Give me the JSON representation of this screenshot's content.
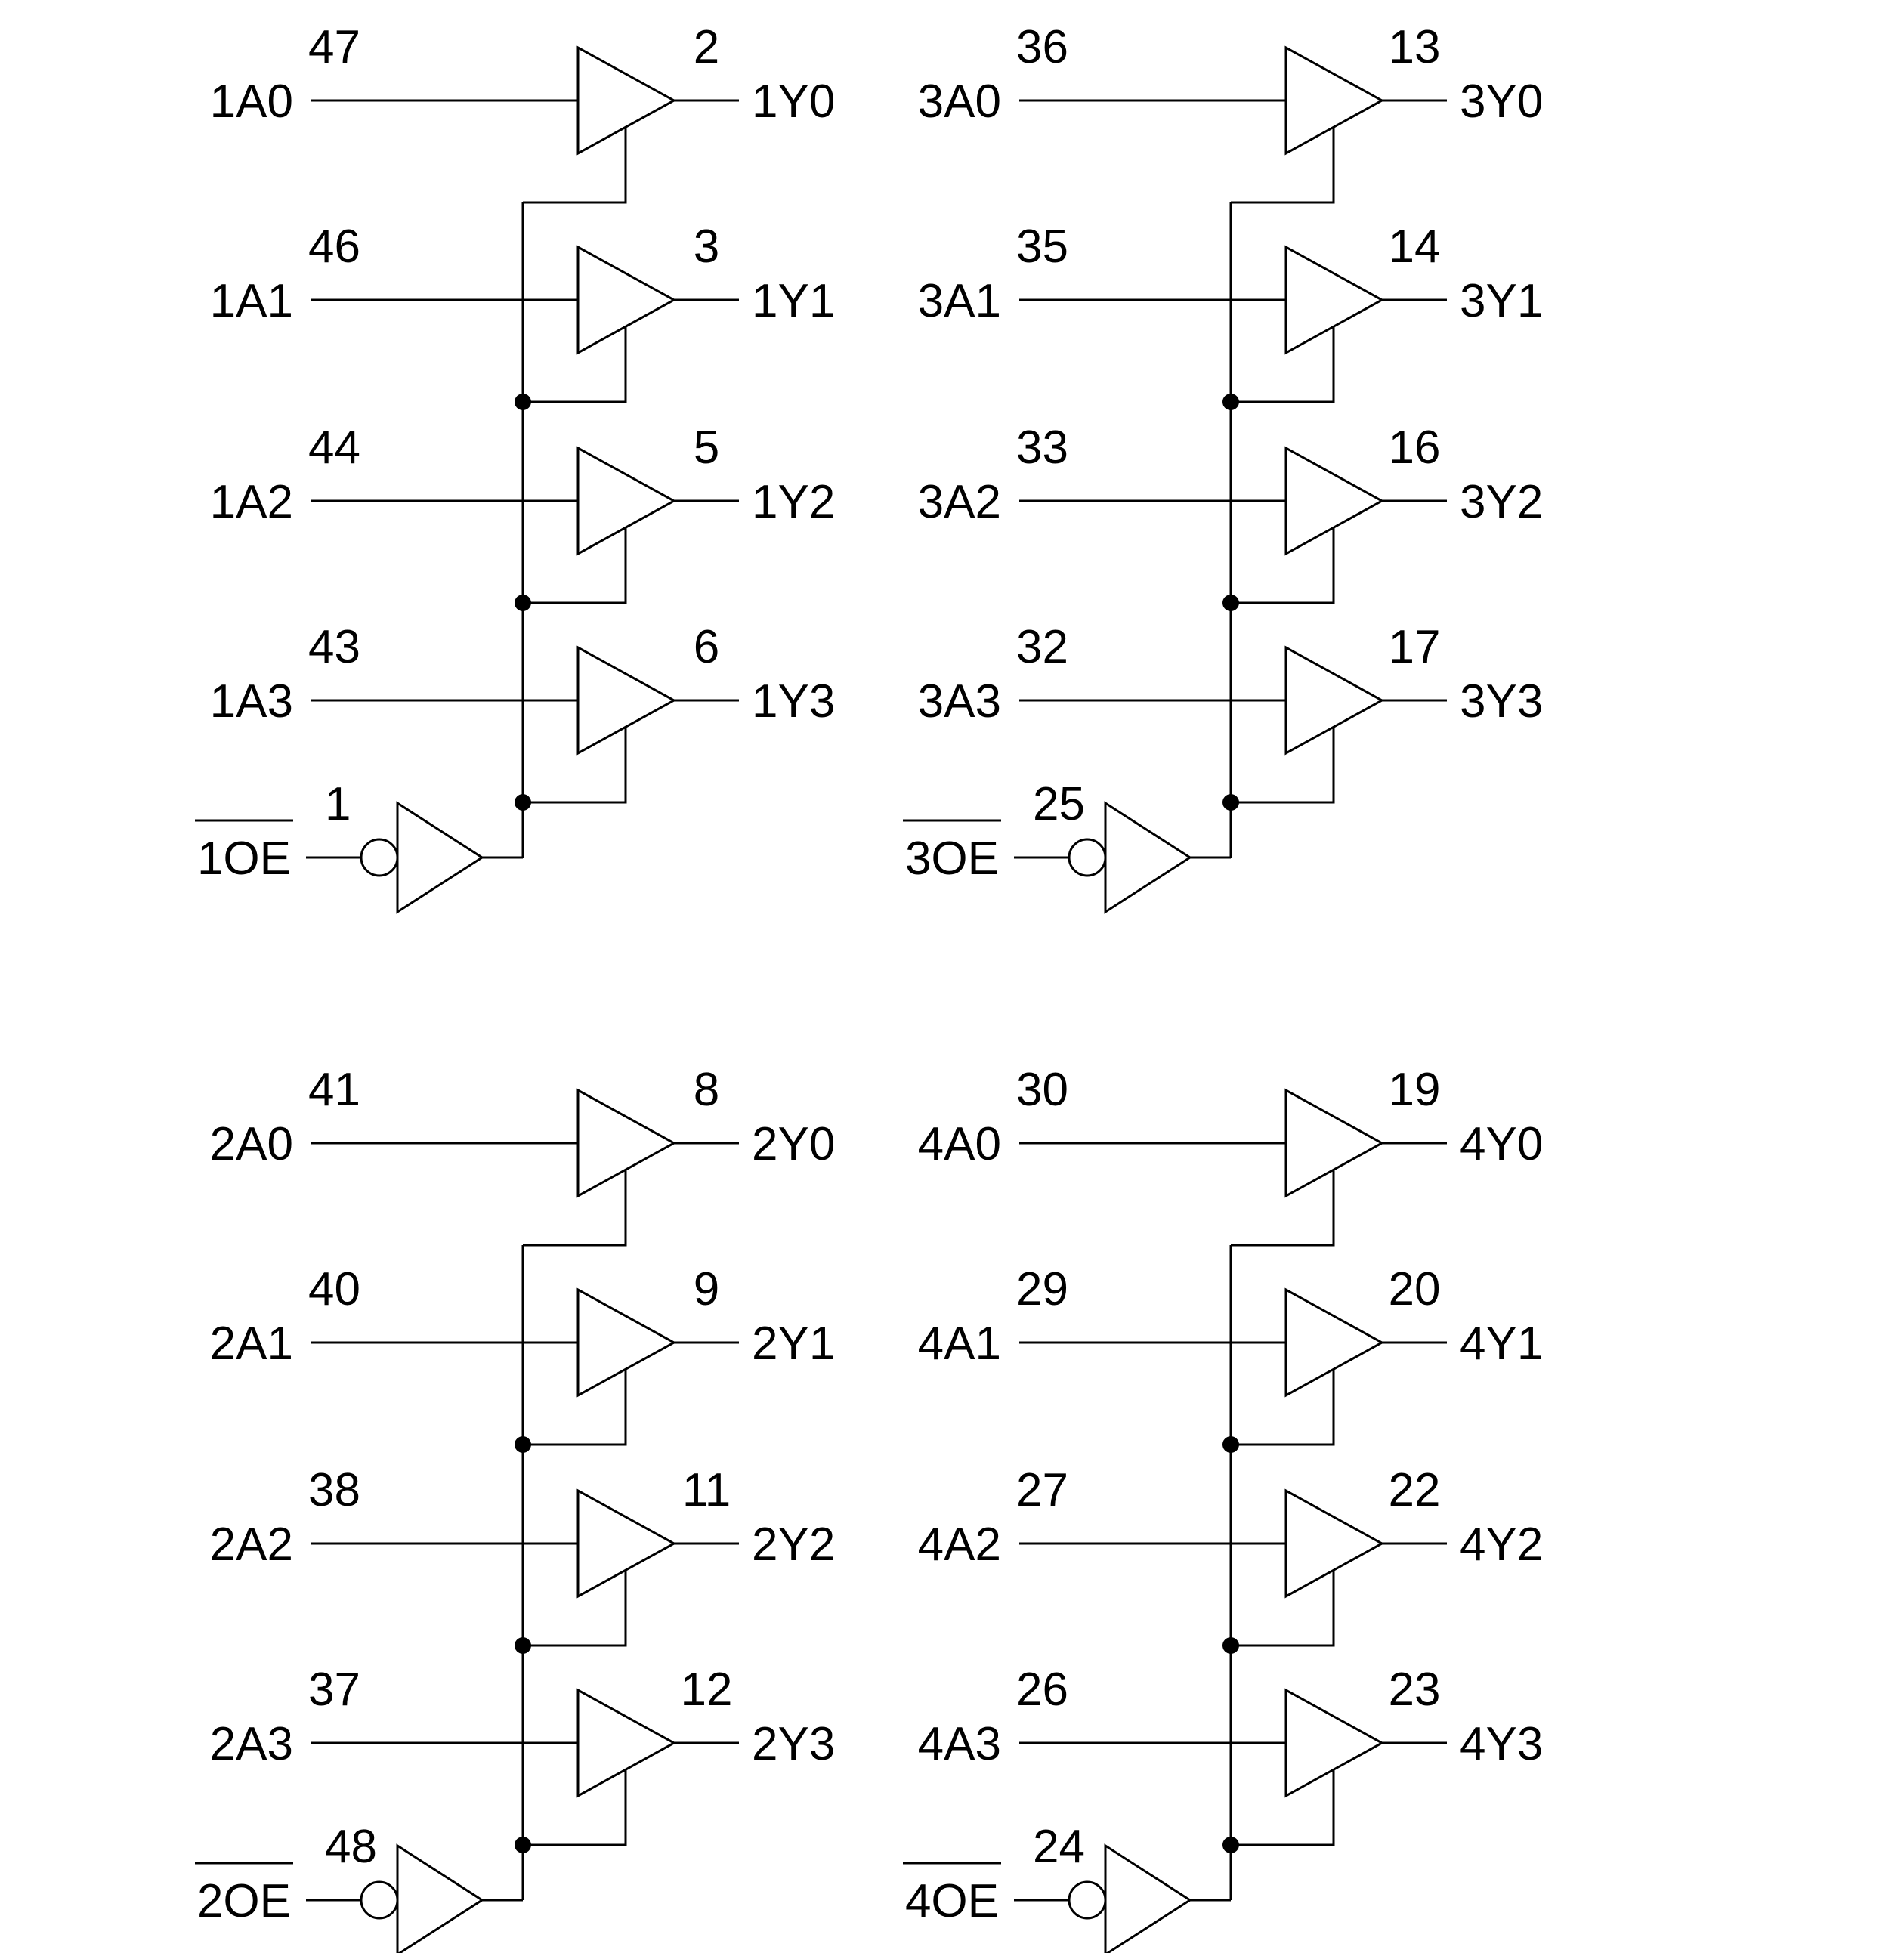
{
  "colors": {
    "stroke": "#000000",
    "background": "#ffffff"
  },
  "blocks": [
    {
      "id": "1",
      "buffers": [
        {
          "input": "1A0",
          "in_pin": "47",
          "output": "1Y0",
          "out_pin": "2"
        },
        {
          "input": "1A1",
          "in_pin": "46",
          "output": "1Y1",
          "out_pin": "3"
        },
        {
          "input": "1A2",
          "in_pin": "44",
          "output": "1Y2",
          "out_pin": "5"
        },
        {
          "input": "1A3",
          "in_pin": "43",
          "output": "1Y3",
          "out_pin": "6"
        }
      ],
      "enable": {
        "label": "1OE",
        "pin": "1",
        "active_low": true
      }
    },
    {
      "id": "3",
      "buffers": [
        {
          "input": "3A0",
          "in_pin": "36",
          "output": "3Y0",
          "out_pin": "13"
        },
        {
          "input": "3A1",
          "in_pin": "35",
          "output": "3Y1",
          "out_pin": "14"
        },
        {
          "input": "3A2",
          "in_pin": "33",
          "output": "3Y2",
          "out_pin": "16"
        },
        {
          "input": "3A3",
          "in_pin": "32",
          "output": "3Y3",
          "out_pin": "17"
        }
      ],
      "enable": {
        "label": "3OE",
        "pin": "25",
        "active_low": true
      }
    },
    {
      "id": "2",
      "buffers": [
        {
          "input": "2A0",
          "in_pin": "41",
          "output": "2Y0",
          "out_pin": "8"
        },
        {
          "input": "2A1",
          "in_pin": "40",
          "output": "2Y1",
          "out_pin": "9"
        },
        {
          "input": "2A2",
          "in_pin": "38",
          "output": "2Y2",
          "out_pin": "11"
        },
        {
          "input": "2A3",
          "in_pin": "37",
          "output": "2Y3",
          "out_pin": "12"
        }
      ],
      "enable": {
        "label": "2OE",
        "pin": "48",
        "active_low": true
      }
    },
    {
      "id": "4",
      "buffers": [
        {
          "input": "4A0",
          "in_pin": "30",
          "output": "4Y0",
          "out_pin": "19"
        },
        {
          "input": "4A1",
          "in_pin": "29",
          "output": "4Y1",
          "out_pin": "20"
        },
        {
          "input": "4A2",
          "in_pin": "27",
          "output": "4Y2",
          "out_pin": "22"
        },
        {
          "input": "4A3",
          "in_pin": "26",
          "output": "4Y3",
          "out_pin": "23"
        }
      ],
      "enable": {
        "label": "4OE",
        "pin": "24",
        "active_low": true
      }
    }
  ]
}
